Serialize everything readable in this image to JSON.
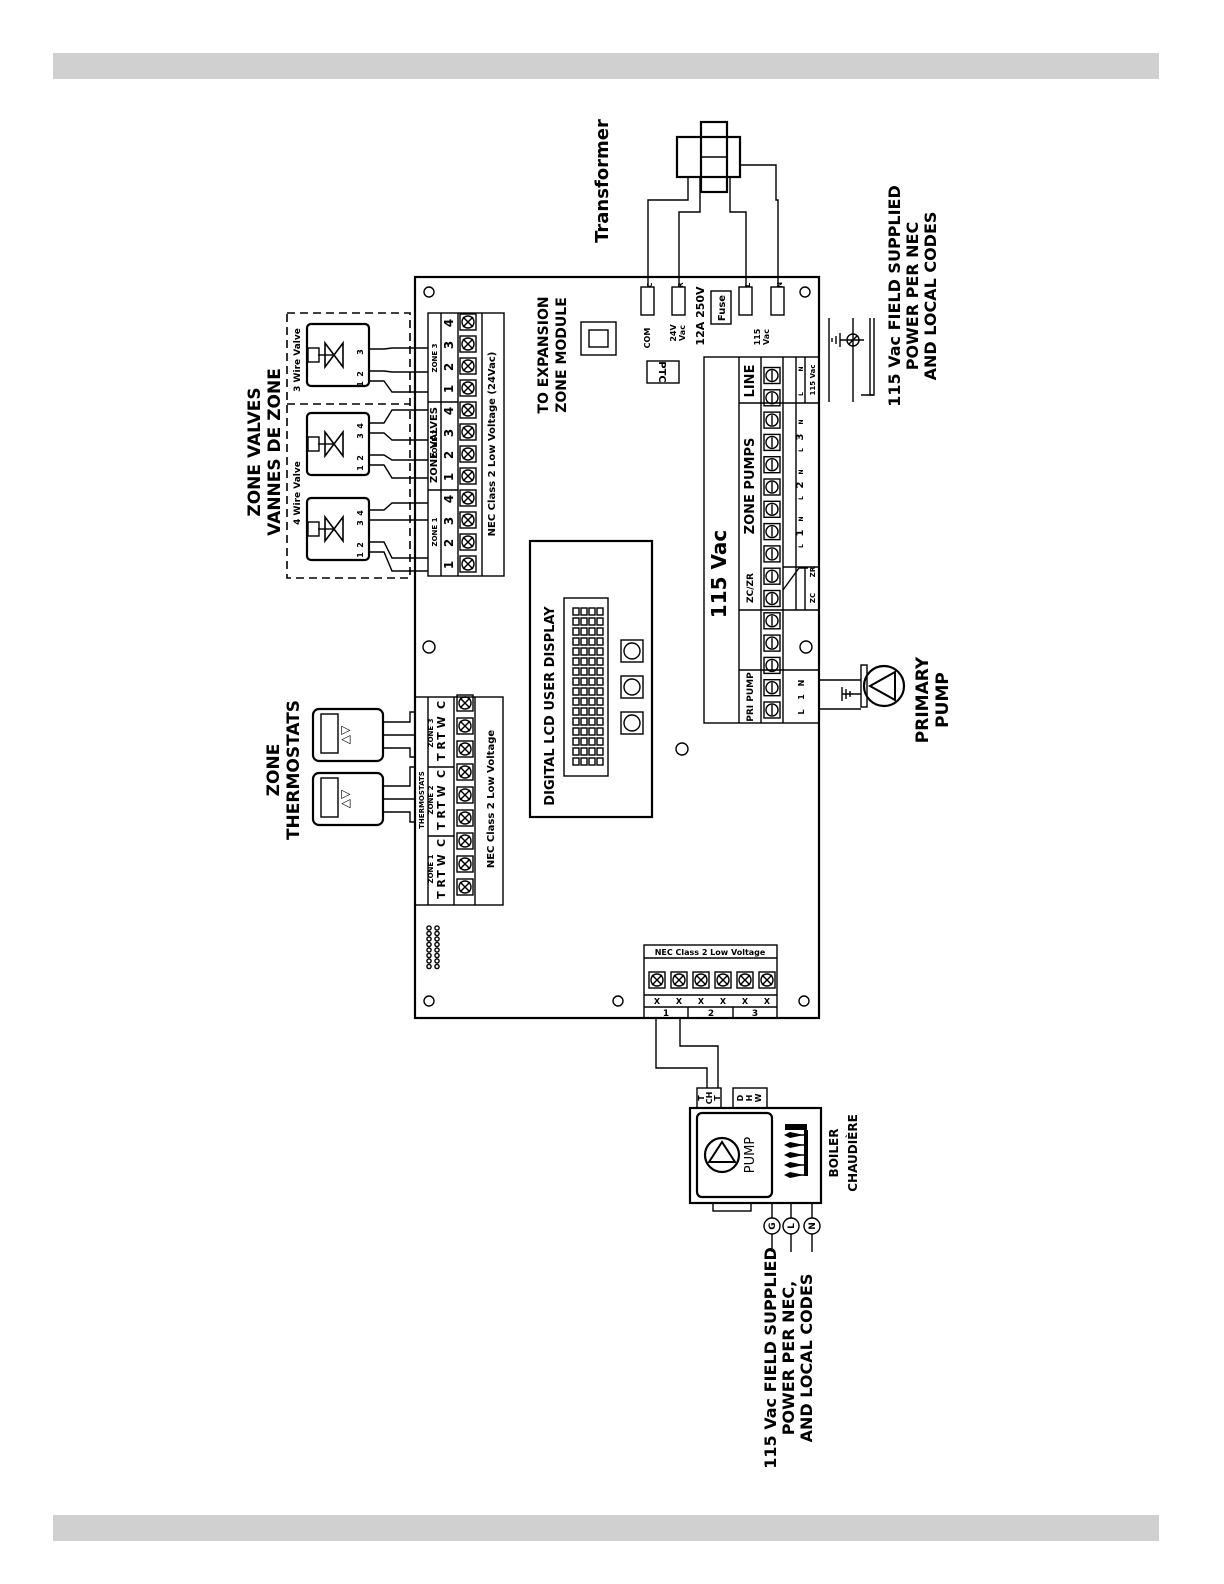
{
  "labels": {
    "zone_valves": [
      "ZONE VALVES",
      "VANNES DE ZONE"
    ],
    "four_wire_valve": "4 Wire Valve",
    "three_wire_valve": "3 Wire Valve",
    "zone_thermostats": [
      "ZONE",
      "THERMOSTATS"
    ],
    "transformer": "Transformer",
    "field_power_top": [
      "115 Vac FIELD SUPPLIED",
      "POWER PER NEC",
      "AND LOCAL CODES"
    ],
    "field_power_bottom": [
      "115 Vac FIELD SUPPLIED",
      "POWER PER NEC,",
      "AND LOCAL CODES"
    ],
    "primary_pump": [
      "PRIMARY",
      "PUMP"
    ],
    "boiler": [
      "BOILER",
      "CHAUDIÈRE"
    ],
    "pump": "PUMP",
    "boiler_terminals": [
      "T",
      "CH",
      "T",
      "D",
      "H",
      "W"
    ],
    "boiler_power": [
      "G",
      "L",
      "N"
    ]
  },
  "board": {
    "expansion": [
      "TO EXPANSION",
      "ZONE MODULE"
    ],
    "display": "DIGITAL LCD USER DISPLAY",
    "ptc": "PTC",
    "com": "COM",
    "v24": [
      "24V",
      "Vac"
    ],
    "fuse_rating": "12A  250V",
    "fuse": "Fuse",
    "vac115": [
      "115",
      "Vac"
    ],
    "power_letters": [
      "C",
      "R",
      "L",
      "N"
    ],
    "voltage_big": "115 Vac",
    "zc_zr": "ZC/ZR",
    "zone_pumps": "ZONE PUMPS",
    "line": "LINE",
    "pri_pump": "PRI PUMP",
    "pri_terms": [
      "L",
      "1",
      "N"
    ],
    "zczr_terms": [
      "ZC",
      "ZR"
    ],
    "pump_terms": [
      "L",
      "1",
      "N",
      "L",
      "2",
      "N",
      "L",
      "3",
      "N",
      "L",
      "N"
    ],
    "vac_small": "115 Vac",
    "valves_header": "ZONE VALVES",
    "valve_zones": [
      "ZONE 1",
      "ZONE 2",
      "ZONE 3"
    ],
    "valve_digits": [
      "1",
      "2",
      "3",
      "4",
      "1",
      "2",
      "3",
      "4",
      "1",
      "2",
      "3",
      "4"
    ],
    "valves_class": "NEC Class 2 Low Voltage (24Vac)",
    "thermo_header": "THERMOSTATS",
    "thermo_zones": [
      "ZONE 1",
      "ZONE 2",
      "ZONE 3"
    ],
    "thermo_terms": [
      "T R",
      "T W",
      "C",
      "T R",
      "T W",
      "C",
      "T R",
      "T W",
      "C"
    ],
    "thermo_class": "NEC Class 2 Low Voltage",
    "bottom_class": "NEC Class 2 Low Voltage",
    "bottom_x": [
      "X",
      "X",
      "X",
      "X",
      "X",
      "X"
    ],
    "bottom_numbers": [
      "1",
      "2",
      "3"
    ]
  }
}
